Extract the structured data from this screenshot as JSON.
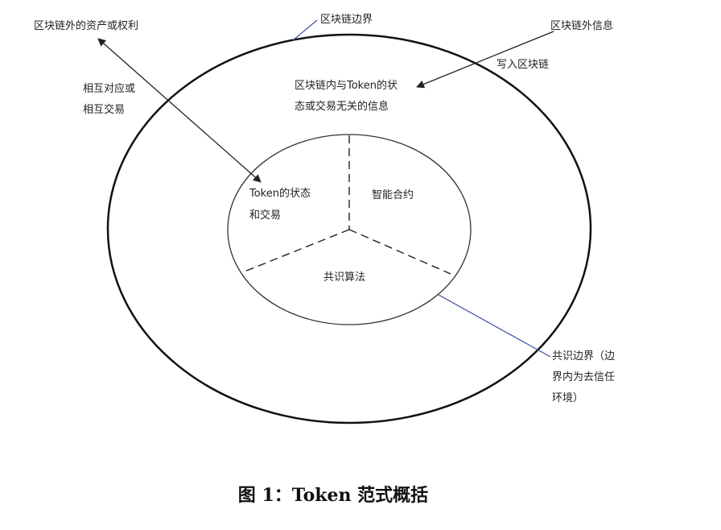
{
  "labels": {
    "asset_rights": "区块链外的资产或权利",
    "chain_boundary": "区块链边界",
    "offchain_info": "区块链外信息",
    "write_to_chain": "写入区块链",
    "mutual_1": "相互对应或",
    "mutual_2": "相互交易",
    "onchain_info_1": "区块链内与Token的状",
    "onchain_info_2": "态或交易无关的信息",
    "token_state_1": "Token的状态",
    "token_state_2": "和交易",
    "smart_contract": "智能合约",
    "consensus_algo": "共识算法",
    "consensus_boundary_1": "共识边界（边",
    "consensus_boundary_2": "界内为去信任",
    "consensus_boundary_3": "环境）"
  },
  "caption": "图 1：Token 范式概括"
}
